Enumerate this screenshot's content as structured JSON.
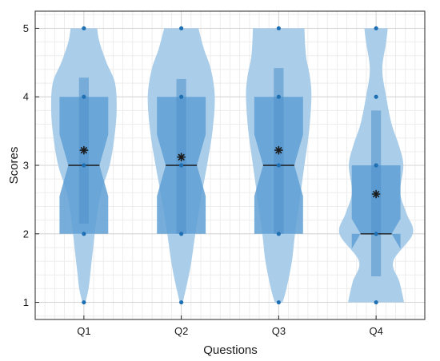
{
  "chart_data": {
    "type": "violin",
    "xlabel": "Questions",
    "ylabel": "Scores",
    "ylim": [
      0.75,
      5.25
    ],
    "yticks": [
      1,
      2,
      3,
      4,
      5
    ],
    "categories": [
      "Q1",
      "Q2",
      "Q3",
      "Q4"
    ],
    "grid": true,
    "colors": {
      "violin": "#aacde9",
      "box": "#5f9fd4",
      "whisker": "#4c8fcb",
      "points": "#1f6fb3",
      "median": "#1a1a1a",
      "mean_marker": "#1a1a1a"
    },
    "groups": [
      {
        "name": "Q1",
        "points": [
          1,
          2,
          3,
          4,
          5
        ],
        "median": 3,
        "q1": 2,
        "q3": 4,
        "mean": 3.22,
        "whisker_low": 2.15,
        "whisker_high": 4.28,
        "notch_low": 2.55,
        "notch_high": 3.45,
        "density": [
          [
            1,
            0.04
          ],
          [
            1.2,
            0.12
          ],
          [
            1.5,
            0.18
          ],
          [
            1.8,
            0.24
          ],
          [
            2.2,
            0.32
          ],
          [
            2.6,
            0.44
          ],
          [
            3,
            0.66
          ],
          [
            3.4,
            0.78
          ],
          [
            3.8,
            0.84
          ],
          [
            4.2,
            0.8
          ],
          [
            4.5,
            0.58
          ],
          [
            4.8,
            0.4
          ],
          [
            5,
            0.34
          ]
        ]
      },
      {
        "name": "Q2",
        "points": [
          1,
          2,
          3,
          4,
          5
        ],
        "median": 3,
        "q1": 2,
        "q3": 4,
        "mean": 3.12,
        "whisker_low": 2.0,
        "whisker_high": 4.26,
        "notch_low": 2.55,
        "notch_high": 3.45,
        "density": [
          [
            1,
            0.04
          ],
          [
            1.3,
            0.16
          ],
          [
            1.6,
            0.26
          ],
          [
            2,
            0.36
          ],
          [
            2.5,
            0.5
          ],
          [
            3,
            0.66
          ],
          [
            3.5,
            0.8
          ],
          [
            4,
            0.86
          ],
          [
            4.4,
            0.76
          ],
          [
            4.7,
            0.58
          ],
          [
            5,
            0.44
          ]
        ]
      },
      {
        "name": "Q3",
        "points": [
          1,
          2,
          3,
          4,
          5
        ],
        "median": 3,
        "q1": 2,
        "q3": 4,
        "mean": 3.22,
        "whisker_low": 2.0,
        "whisker_high": 4.42,
        "notch_low": 2.55,
        "notch_high": 3.45,
        "density": [
          [
            1,
            0.1
          ],
          [
            1.2,
            0.2
          ],
          [
            1.6,
            0.34
          ],
          [
            2,
            0.42
          ],
          [
            2.5,
            0.54
          ],
          [
            3,
            0.66
          ],
          [
            3.5,
            0.78
          ],
          [
            4,
            0.84
          ],
          [
            4.3,
            0.8
          ],
          [
            4.6,
            0.7
          ],
          [
            5,
            0.66
          ]
        ]
      },
      {
        "name": "Q4",
        "points": [
          1,
          2,
          3,
          4,
          5
        ],
        "median": 2,
        "q1": 2,
        "q3": 3,
        "mean": 2.58,
        "whisker_low": 1.38,
        "whisker_high": 3.8,
        "notch_low": 1.78,
        "notch_high": 2.22,
        "density": [
          [
            1,
            0.72
          ],
          [
            1.3,
            0.6
          ],
          [
            1.6,
            0.44
          ],
          [
            2,
            0.94
          ],
          [
            2.3,
            0.78
          ],
          [
            2.6,
            0.62
          ],
          [
            3,
            0.7
          ],
          [
            3.3,
            0.58
          ],
          [
            3.6,
            0.4
          ],
          [
            4,
            0.26
          ],
          [
            4.4,
            0.16
          ],
          [
            4.8,
            0.26
          ],
          [
            5,
            0.3
          ]
        ]
      }
    ]
  }
}
